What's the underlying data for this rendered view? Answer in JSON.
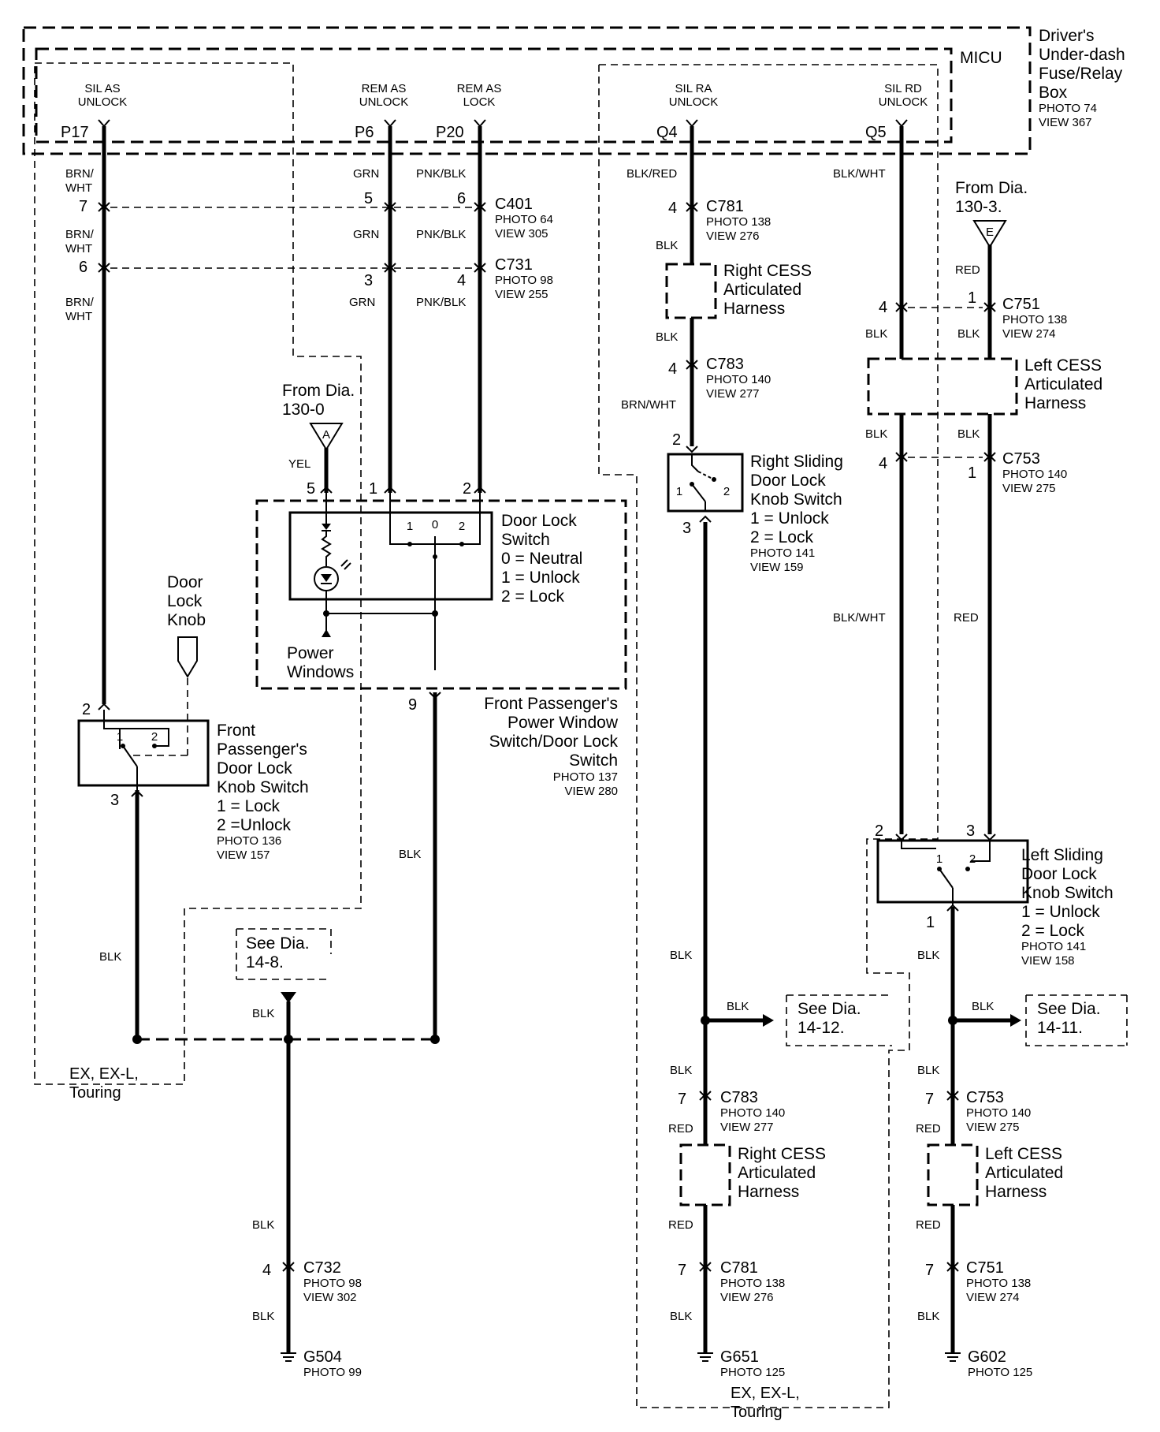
{
  "fuse_box": {
    "title_lines": [
      "Driver's",
      "Under-dash",
      "Fuse/Relay",
      "Box"
    ],
    "photo": "PHOTO 74",
    "view": "VIEW 367",
    "micu": "MICU"
  },
  "pins": [
    {
      "line1": "SIL AS",
      "line2": "UNLOCK",
      "id": "P17"
    },
    {
      "line1": "REM AS",
      "line2": "UNLOCK",
      "id": "P6"
    },
    {
      "line1": "REM AS",
      "line2": "LOCK",
      "id": "P20"
    },
    {
      "line1": "SIL RA",
      "line2": "UNLOCK",
      "id": "Q4"
    },
    {
      "line1": "SIL RD",
      "line2": "UNLOCK",
      "id": "Q5"
    }
  ],
  "wire_colors": {
    "brn_wht_1": "BRN/",
    "brn_wht_2": "WHT",
    "grn": "GRN",
    "pnk_blk": "PNK/BLK",
    "blk_red": "BLK/RED",
    "blk_wht": "BLK/WHT",
    "blk": "BLK",
    "red": "RED",
    "brn_wht": "BRN/WHT",
    "yel": "YEL"
  },
  "pin_numbers": {
    "p7": "7",
    "p6": "6",
    "p5": "5",
    "p4": "4",
    "p3": "3",
    "p2": "2",
    "p1": "1",
    "p9": "9",
    "p0": "0"
  },
  "connectors": {
    "c401": {
      "name": "C401",
      "photo": "PHOTO 64",
      "view": "VIEW 305"
    },
    "c731": {
      "name": "C731",
      "photo": "PHOTO 98",
      "view": "VIEW 255"
    },
    "c781": {
      "name": "C781",
      "photo": "PHOTO 138",
      "view": "VIEW 276"
    },
    "c783": {
      "name": "C783",
      "photo": "PHOTO 140",
      "view": "VIEW 277"
    },
    "c751": {
      "name": "C751",
      "photo": "PHOTO 138",
      "view": "VIEW 274"
    },
    "c753": {
      "name": "C753",
      "photo": "PHOTO 140",
      "view": "VIEW 275"
    },
    "c732": {
      "name": "C732",
      "photo": "PHOTO 98",
      "view": "VIEW 302"
    }
  },
  "grounds": {
    "g504": {
      "name": "G504",
      "photo": "PHOTO 99"
    },
    "g651": {
      "name": "G651",
      "photo": "PHOTO 125"
    },
    "g602": {
      "name": "G602",
      "photo": "PHOTO 125"
    }
  },
  "refs": {
    "from_dia_0": [
      "From Dia.",
      "130-0"
    ],
    "from_dia_3": [
      "From Dia.",
      "130-3."
    ],
    "flag_a": "A",
    "flag_e": "E",
    "see_14_8": [
      "See Dia.",
      "14-8."
    ],
    "see_14_12": [
      "See Dia.",
      "14-12."
    ],
    "see_14_11": [
      "See Dia.",
      "14-11."
    ]
  },
  "harness": {
    "right_cess": [
      "Right CESS",
      "Articulated",
      "Harness"
    ],
    "left_cess": [
      "Left CESS",
      "Articulated",
      "Harness"
    ]
  },
  "door_lock_switch": {
    "lines": [
      "Door Lock",
      "Switch",
      "0 = Neutral",
      "1 = Unlock",
      "2  = Lock"
    ]
  },
  "power_windows": [
    "Power",
    "Windows"
  ],
  "pw_switch": {
    "lines": [
      "Front Passenger's",
      "Power Window",
      "Switch/Door Lock",
      "Switch"
    ],
    "photo": "PHOTO 137",
    "view": "VIEW 280"
  },
  "door_lock_knob": [
    "Door",
    "Lock",
    "Knob"
  ],
  "front_knob_switch": {
    "lines": [
      "Front",
      "Passenger's",
      "Door Lock",
      "Knob Switch",
      "1 = Lock",
      "2  =Unlock"
    ],
    "photo": "PHOTO 136",
    "view": "VIEW 157"
  },
  "right_sliding_switch": {
    "lines": [
      "Right Sliding",
      "Door Lock",
      "Knob Switch",
      "1 = Unlock",
      "2 = Lock"
    ],
    "photo": "PHOTO 141",
    "view": "VIEW 159"
  },
  "left_sliding_switch": {
    "lines": [
      "Left Sliding",
      "Door Lock",
      "Knob Switch",
      "1 = Unlock",
      "2 = Lock"
    ],
    "photo": "PHOTO 141",
    "view": "VIEW 158"
  },
  "trim": [
    "EX, EX-L,",
    "Touring"
  ]
}
